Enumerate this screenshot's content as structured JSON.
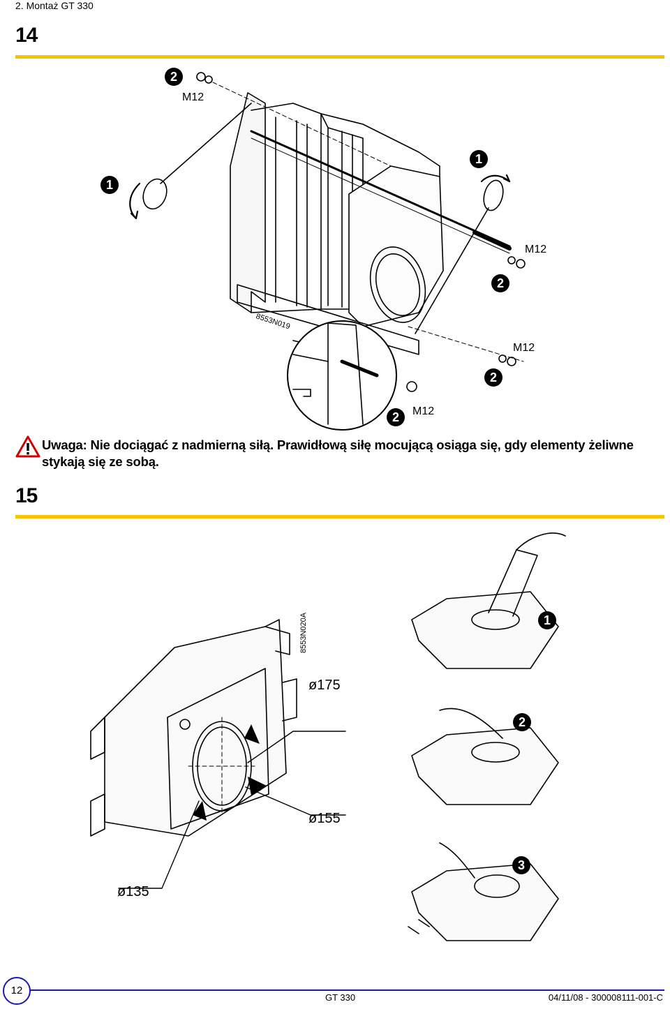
{
  "header": {
    "section_title": "2. Montaż GT 330"
  },
  "step14": {
    "number": "14",
    "callouts": {
      "one": "1",
      "two": "2",
      "m12": "M12"
    },
    "figure_code": "8553N019"
  },
  "warning": {
    "text": "Uwaga: Nie dociągać z nadmierną siłą. Prawidłową siłę mocującą osiąga się, gdy elementy żeliwne stykają się ze sobą."
  },
  "step15": {
    "number": "15",
    "figure_code": "8553N020A",
    "diameters": {
      "d175": "ø175",
      "d155": "ø155",
      "d135": "ø135"
    },
    "callouts": {
      "one": "1",
      "two": "2",
      "three": "3"
    }
  },
  "footer": {
    "page_number": "12",
    "model": "GT 330",
    "reference": "04/11/08 - 300008111-001-C"
  },
  "colors": {
    "accent_rule": "#f5c400",
    "footer_blue": "#1a1ab0",
    "warning_red": "#d40000"
  }
}
